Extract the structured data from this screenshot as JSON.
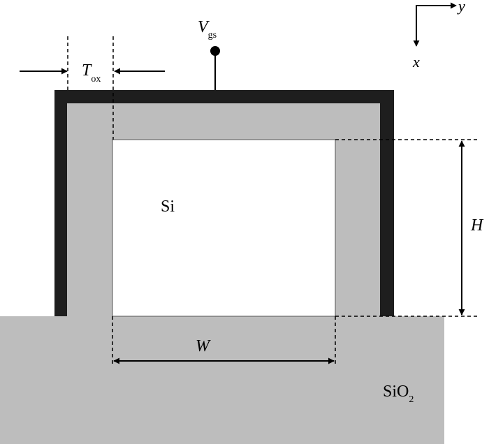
{
  "labels": {
    "tox_main": "T",
    "tox_sub": "ox",
    "vgs_main": "V",
    "vgs_sub": "gs",
    "si": "Si",
    "sio2_main": "SiO",
    "sio2_sub": "2",
    "h": "H",
    "w": "W",
    "axis_x": "x",
    "axis_y": "y"
  },
  "colors": {
    "gate": "#1e1e1e",
    "oxide": "#bdbdbd",
    "substrate": "#bdbdbd",
    "silicon": "#ffffff",
    "line": "#000000"
  }
}
